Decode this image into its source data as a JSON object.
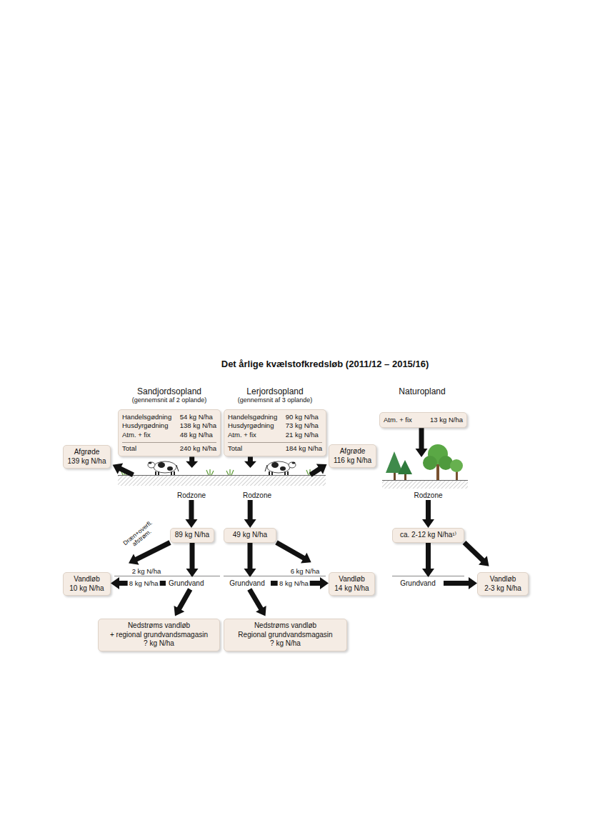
{
  "diagram": {
    "title": "Det årlige kvælstofkredsløb (2011/12 – 2015/16)",
    "nodes": [
      {
        "text": [
          "Handelsgødning",
          "54 kg N/ha",
          "Husdyrgødning",
          "138 kg N/ha",
          "Atm. + fix",
          "48 kg N/ha",
          "Total",
          "240 kg N/ha"
        ]
      },
      {
        "text": [
          "Handelsgødning",
          "90 kg N/ha",
          "Husdyrgødning",
          "73 kg N/ha",
          "Atm. + fix",
          "21 kg N/ha",
          "Total",
          "184 kg N/ha"
        ]
      },
      {
        "text": [
          "Atm. + fix",
          "13 kg N/ha"
        ]
      },
      {
        "text": [
          "Afgrøde",
          "139 kg N/ha"
        ]
      },
      {
        "text": [
          "Afgrøde",
          "116 kg N/ha"
        ]
      },
      {
        "text": [
          "Rodzone"
        ]
      },
      {
        "text": [
          "Rodzone"
        ]
      },
      {
        "text": [
          "Rodzone"
        ]
      },
      {
        "text": [
          "89 kg N/ha"
        ]
      },
      {
        "text": [
          "49 kg N/ha"
        ]
      },
      {
        "text": [
          "ca. 2-12 kg N/ha¹⁾"
        ]
      },
      {
        "text": [
          "Vandløb",
          "10 kg N/ha"
        ]
      },
      {
        "text": [
          "Grundvand"
        ]
      },
      {
        "text": [
          "Grundvand"
        ]
      },
      {
        "text": [
          "Vandløb",
          "14 kg N/ha"
        ]
      },
      {
        "text": [
          "Grundvand"
        ]
      },
      {
        "text": [
          "Vandløb",
          "2-3  kg N/ha"
        ]
      },
      {
        "text": [
          "Nedstrøms vandløb",
          "+ regional grundvandsmagasin",
          "? kg N/ha"
        ]
      },
      {
        "text": [
          "Nedstrøms vandløb",
          "Regional grundvandsmagasin",
          "? kg N/ha"
        ]
      }
    ],
    "edges": [
      {
        "from": 0,
        "to": 5,
        "arrow": "to"
      },
      {
        "from": 1,
        "to": 6,
        "arrow": "to"
      },
      {
        "from": 2,
        "to": 7,
        "arrow": "to"
      },
      {
        "from": 5,
        "to": 3,
        "arrow": "to"
      },
      {
        "from": 6,
        "to": 4,
        "arrow": "to"
      },
      {
        "from": 5,
        "to": 8,
        "arrow": "to"
      },
      {
        "from": 6,
        "to": 9,
        "arrow": "to"
      },
      {
        "from": 7,
        "to": 10,
        "arrow": "to"
      },
      {
        "from": 8,
        "to": 11,
        "label": "2 kg N/ha",
        "arrow": "to"
      },
      {
        "from": 8,
        "to": 12,
        "arrow": "to"
      },
      {
        "from": 9,
        "to": 13,
        "arrow": "to"
      },
      {
        "from": 9,
        "to": 14,
        "label": "6 kg N/ha",
        "arrow": "to"
      },
      {
        "from": 10,
        "to": 15,
        "arrow": "to"
      },
      {
        "from": 10,
        "to": 16,
        "arrow": "to"
      },
      {
        "from": 12,
        "to": 11,
        "label": "8 kg N/ha",
        "arrow": "to"
      },
      {
        "from": 13,
        "to": 14,
        "label": "8 kg N/ha",
        "arrow": "to"
      },
      {
        "from": 15,
        "to": 16,
        "arrow": "to"
      },
      {
        "from": 12,
        "to": 17,
        "arrow": "to"
      },
      {
        "from": 13,
        "to": 18,
        "arrow": "to"
      }
    ],
    "labels": [
      "Sandjordsopland",
      "(gennemsnit af 2 oplande)",
      "Lerjordsopland",
      "(gennemsnit af 3 oplande)",
      "Naturopland",
      "Dræn+overfl. afstrøm."
    ]
  }
}
